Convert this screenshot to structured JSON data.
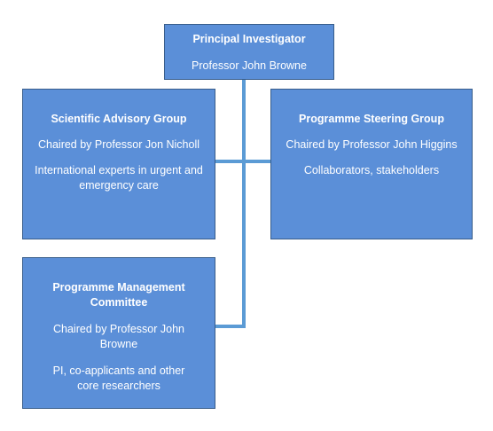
{
  "org_chart": {
    "pi": {
      "title": "Principal Investigator",
      "chair": "Professor John Browne"
    },
    "advisory": {
      "title": "Scientific Advisory Group",
      "chair": "Chaired by Professor Jon Nicholl",
      "members": "International experts in urgent and emergency care"
    },
    "steering": {
      "title": "Programme Steering Group",
      "chair": "Chaired by Professor John Higgins",
      "members": "Collaborators, stakeholders"
    },
    "management": {
      "title": "Programme Management Committee",
      "chair": "Chaired by Professor John Browne",
      "members": "PI, co-applicants and other core researchers"
    }
  },
  "colors": {
    "box_fill": "#5b8fd8",
    "box_border": "#385d8a",
    "connector": "#5b9bd5",
    "text": "#ffffff"
  }
}
